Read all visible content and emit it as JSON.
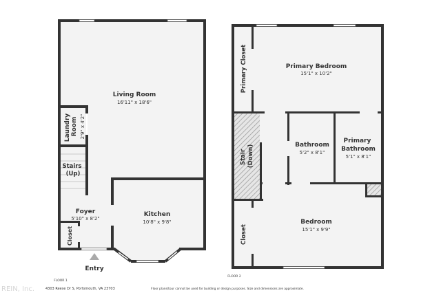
{
  "floor1": {
    "label": "FLOOR 1",
    "rooms": [
      {
        "name": "Living Room",
        "dims": "16'11\" x 18'6\""
      },
      {
        "name": "Laundry Room",
        "dims": "2'9\" x 4'2\""
      },
      {
        "name": "Stairs (Up)",
        "dims": ""
      },
      {
        "name": "Foyer",
        "dims": "5'10\" x 8'2\""
      },
      {
        "name": "Kitchen",
        "dims": "10'8\" x 9'8\""
      },
      {
        "name": "Closet",
        "dims": ""
      }
    ],
    "entry_label": "Entry"
  },
  "floor2": {
    "label": "FLOOR 2",
    "rooms": [
      {
        "name": "Primary Closet",
        "dims": ""
      },
      {
        "name": "Primary Bedroom",
        "dims": "15'1\" x 10'2\""
      },
      {
        "name": "Stair (Down)",
        "dims": ""
      },
      {
        "name": "Bathroom",
        "dims": "5'2\" x 8'1\""
      },
      {
        "name": "Primary Bathroom",
        "dims": "5'1\" x 8'1\""
      },
      {
        "name": "Bedroom",
        "dims": "15'1\" x 9'9\""
      },
      {
        "name": "Closet",
        "dims": ""
      }
    ]
  },
  "footer": {
    "address": "4303 Reese Dr S, Portsmouth, VA 23703",
    "disclaimer": "Floor plans/tour cannot be used for building or design purposes. Size and dimensions are approximate.",
    "watermark": "REIN, Inc."
  },
  "colors": {
    "wall": "#333333",
    "floor": "#f3f3f3",
    "hatch": "#9a9a9a"
  }
}
